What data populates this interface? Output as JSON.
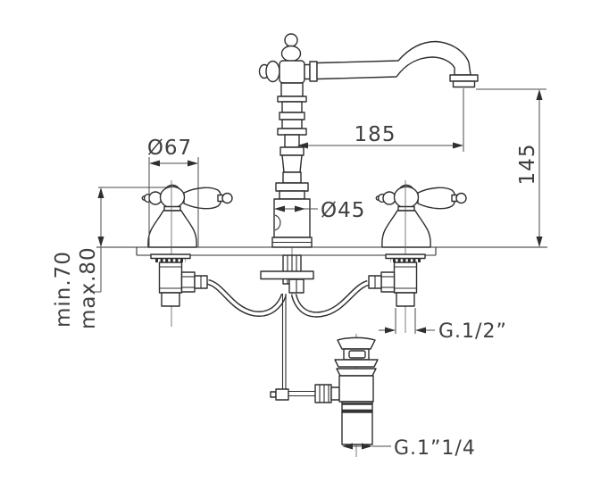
{
  "drawing": {
    "dims": {
      "handle_width": "Ø67",
      "spout_reach": "185",
      "height_above_deck": "145",
      "body_diameter": "Ø45",
      "deck_min": "min.70",
      "deck_max": "max.80",
      "supply_connection": "G.1/2”",
      "drain_connection": "G.1”1/4"
    },
    "colors": {
      "line": "#2f2f2f",
      "dimension": "#4a4a4a",
      "background": "#ffffff"
    }
  }
}
